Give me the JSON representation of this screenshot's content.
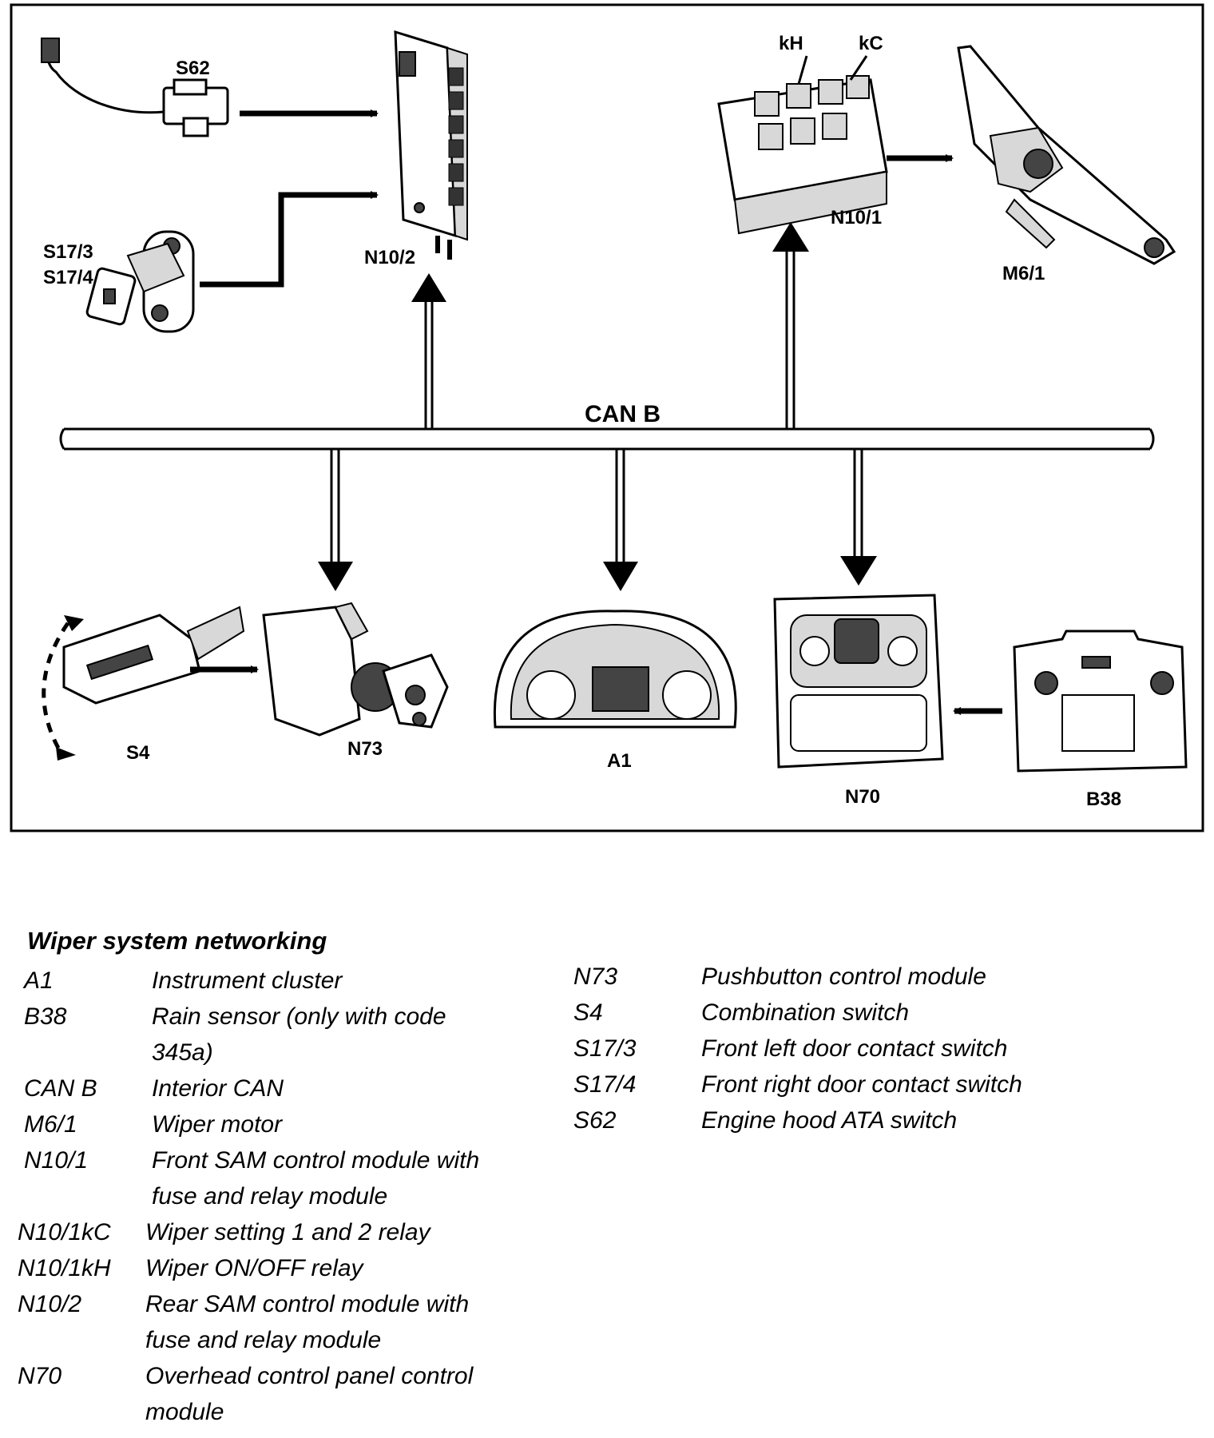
{
  "diagram": {
    "bus_label": "CAN B",
    "components": {
      "s62": "S62",
      "s17_3": "S17/3",
      "s17_4": "S17/4",
      "n10_2": "N10/2",
      "n10_1": "N10/1",
      "kh": "kH",
      "kc": "kC",
      "m6_1": "M6/1",
      "s4": "S4",
      "n73": "N73",
      "a1": "A1",
      "n70": "N70",
      "b38": "B38"
    }
  },
  "legend": {
    "title": "Wiper system networking",
    "left": [
      {
        "code": "A1",
        "desc": "Instrument cluster"
      },
      {
        "code": "B38",
        "desc": "Rain sensor (only with code",
        "desc2": "345a)"
      },
      {
        "code": "CAN B",
        "desc": "Interior CAN"
      },
      {
        "code": "M6/1",
        "desc": "Wiper motor"
      },
      {
        "code": "N10/1",
        "desc": "Front SAM control module with",
        "desc2": "fuse and relay module"
      },
      {
        "code": "N10/1kC",
        "desc": "Wiper setting 1 and 2 relay"
      },
      {
        "code": "N10/1kH",
        "desc": "Wiper ON/OFF relay"
      },
      {
        "code": "N10/2",
        "desc": "Rear SAM control module with",
        "desc2": "fuse and relay module"
      },
      {
        "code": "N70",
        "desc": "Overhead control panel control",
        "desc2": "module"
      }
    ],
    "right": [
      {
        "code": "N73",
        "desc": "Pushbutton control module"
      },
      {
        "code": "S4",
        "desc": "Combination switch"
      },
      {
        "code": "S17/3",
        "desc": "Front left door contact switch"
      },
      {
        "code": "S17/4",
        "desc": "Front right door contact switch"
      },
      {
        "code": "S62",
        "desc": "Engine hood ATA switch"
      }
    ]
  }
}
